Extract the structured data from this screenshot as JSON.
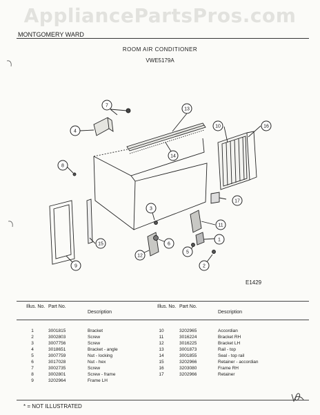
{
  "watermark": "AppliancePartsPros.com",
  "manufacturer": "MONTGOMERY WARD",
  "title": "ROOM AIR CONDITIONER",
  "model": "VWE5179A",
  "diagram_ref": "E1429",
  "callouts": [
    "1",
    "2",
    "3",
    "4",
    "5",
    "6",
    "7",
    "8",
    "9",
    "10",
    "11",
    "12",
    "13",
    "14",
    "15",
    "16",
    "17"
  ],
  "table": {
    "headers": {
      "illus_no": "Illus. No.",
      "part_no": "Part No.",
      "description": "Description"
    },
    "left_rows": [
      {
        "illus": "1",
        "part": "3001815",
        "desc": "Bracket"
      },
      {
        "illus": "2",
        "part": "3002803",
        "desc": "Screw"
      },
      {
        "illus": "3",
        "part": "3007756",
        "desc": "Screw"
      },
      {
        "illus": "4",
        "part": "3018651",
        "desc": "Bracket - angle"
      },
      {
        "illus": "5",
        "part": "3007759",
        "desc": "Nut - locking"
      },
      {
        "illus": "6",
        "part": "3017028",
        "desc": "Nut - hex"
      },
      {
        "illus": "7",
        "part": "3002735",
        "desc": "Screw"
      },
      {
        "illus": "8",
        "part": "3002801",
        "desc": "Screw - frame"
      },
      {
        "illus": "9",
        "part": "3202964",
        "desc": "Frame LH"
      }
    ],
    "right_rows": [
      {
        "illus": "10",
        "part": "3202965",
        "desc": "Accordian"
      },
      {
        "illus": "11",
        "part": "3016224",
        "desc": "Bracket RH"
      },
      {
        "illus": "12",
        "part": "3016225",
        "desc": "Bracket LH"
      },
      {
        "illus": "13",
        "part": "3001873",
        "desc": "Rail - top"
      },
      {
        "illus": "14",
        "part": "3001855",
        "desc": "Seal - top rail"
      },
      {
        "illus": "15",
        "part": "3202966",
        "desc": "Retainer - accordian"
      },
      {
        "illus": "16",
        "part": "3203080",
        "desc": "Frame RH"
      },
      {
        "illus": "17",
        "part": "3202966",
        "desc": "Retainer"
      }
    ]
  },
  "footnote": "* = NOT ILLUSTRATED"
}
